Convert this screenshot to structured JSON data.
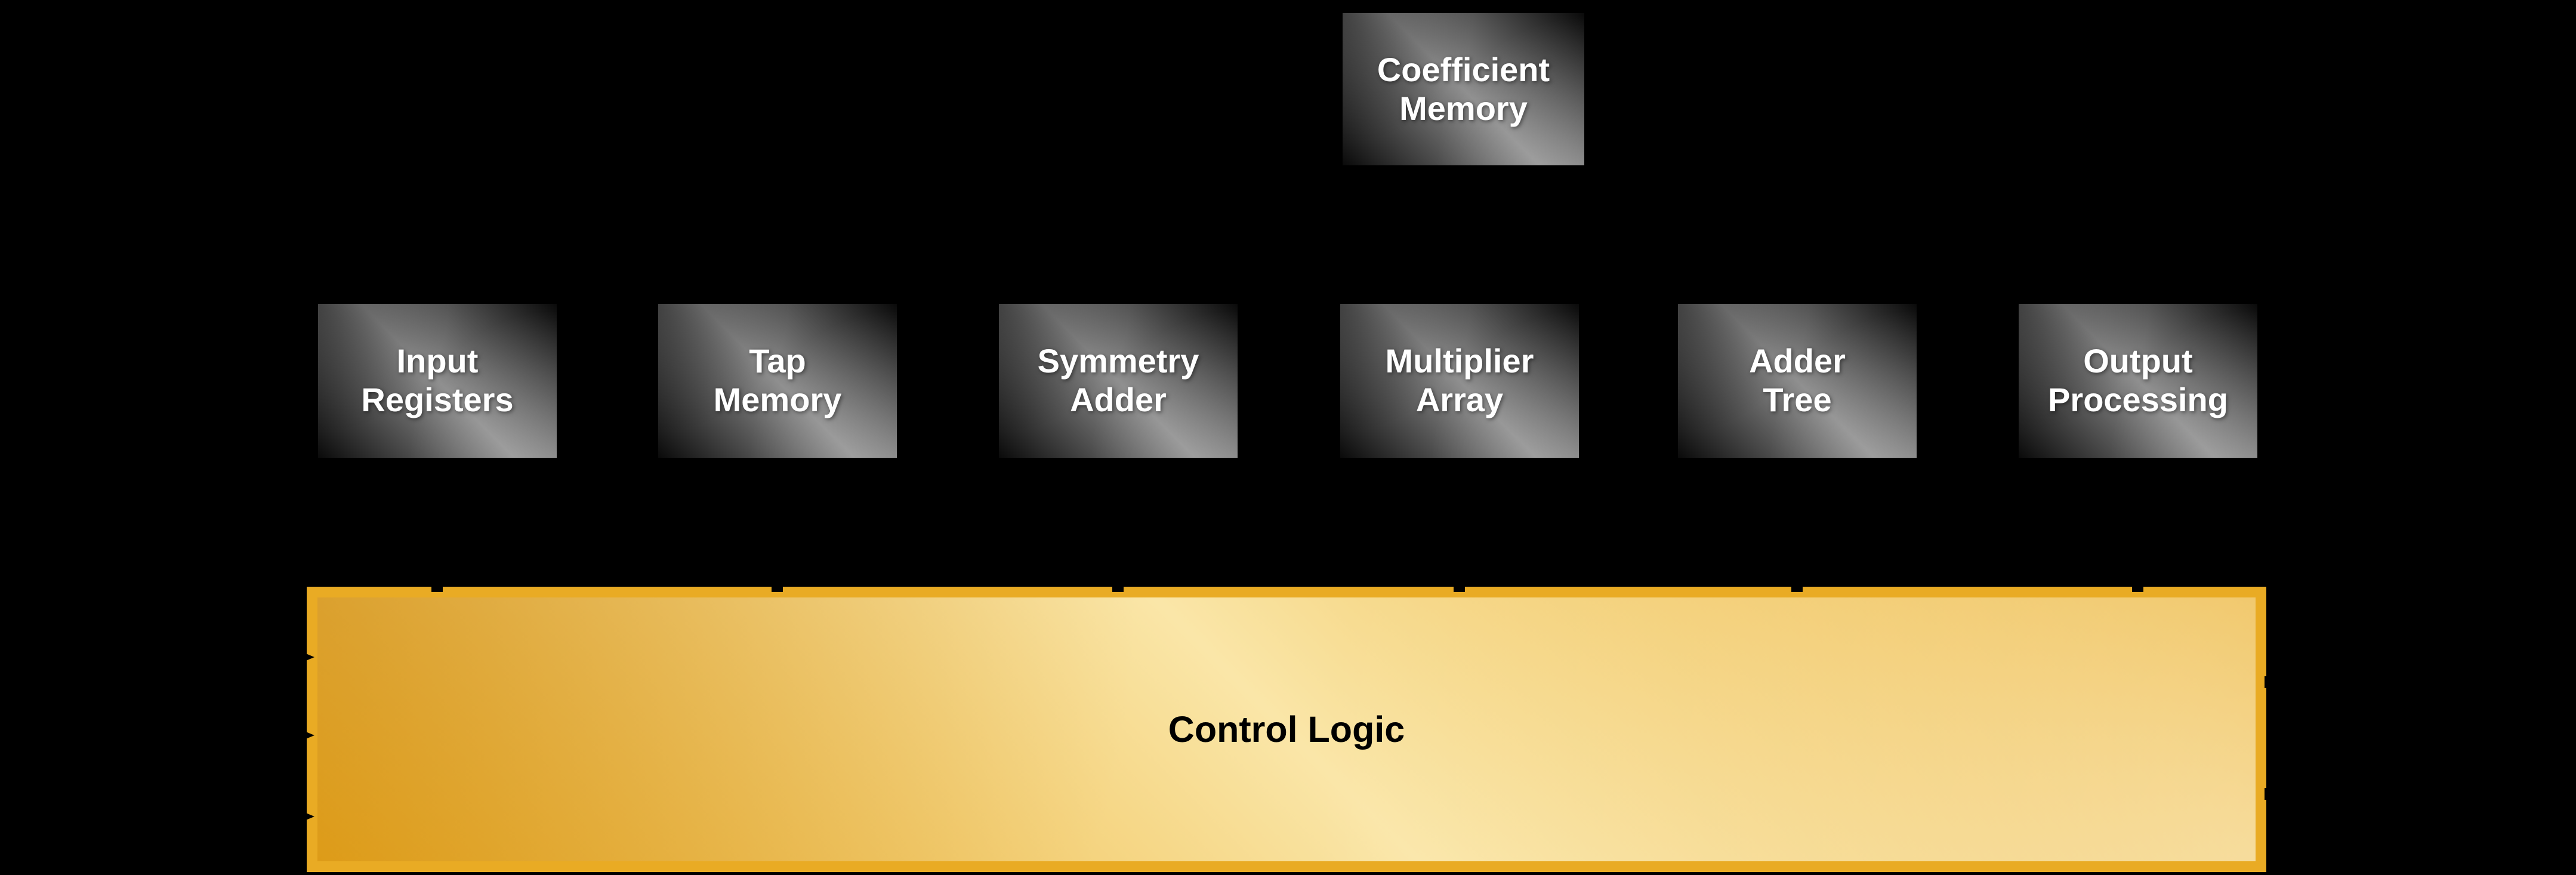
{
  "diagram": {
    "type": "block-diagram",
    "background_color": "#000000",
    "blocks": [
      {
        "id": "coefficient-memory",
        "label": "Coefficient\nMemory"
      },
      {
        "id": "input-registers",
        "label": "Input\nRegisters"
      },
      {
        "id": "tap-memory",
        "label": "Tap\nMemory"
      },
      {
        "id": "symmetry-adder",
        "label": "Symmetry\nAdder"
      },
      {
        "id": "multiplier-array",
        "label": "Multiplier\nArray"
      },
      {
        "id": "adder-tree",
        "label": "Adder\nTree"
      },
      {
        "id": "output-processing",
        "label": "Output\nProcessing"
      }
    ],
    "control_logic": {
      "label": "Control Logic"
    },
    "colors": {
      "block_gradient_mid": "#8e8e8e",
      "block_gradient_dark": "#0a0a0a",
      "block_text": "#ffffff",
      "control_border": "#E9AB24",
      "control_fill_light": "#FAE6A8",
      "control_fill_dark": "#E8A71C",
      "control_text": "#000000",
      "connector": "#000000"
    },
    "connectors": {
      "control_ticks": [
        "input-registers",
        "tap-memory",
        "symmetry-adder",
        "multiplier-array",
        "adder-tree",
        "output-processing"
      ],
      "coefficient_feed": "coefficient-memory -> multiplier-array",
      "left_inputs_count": 3,
      "right_outputs_count": 2
    }
  }
}
